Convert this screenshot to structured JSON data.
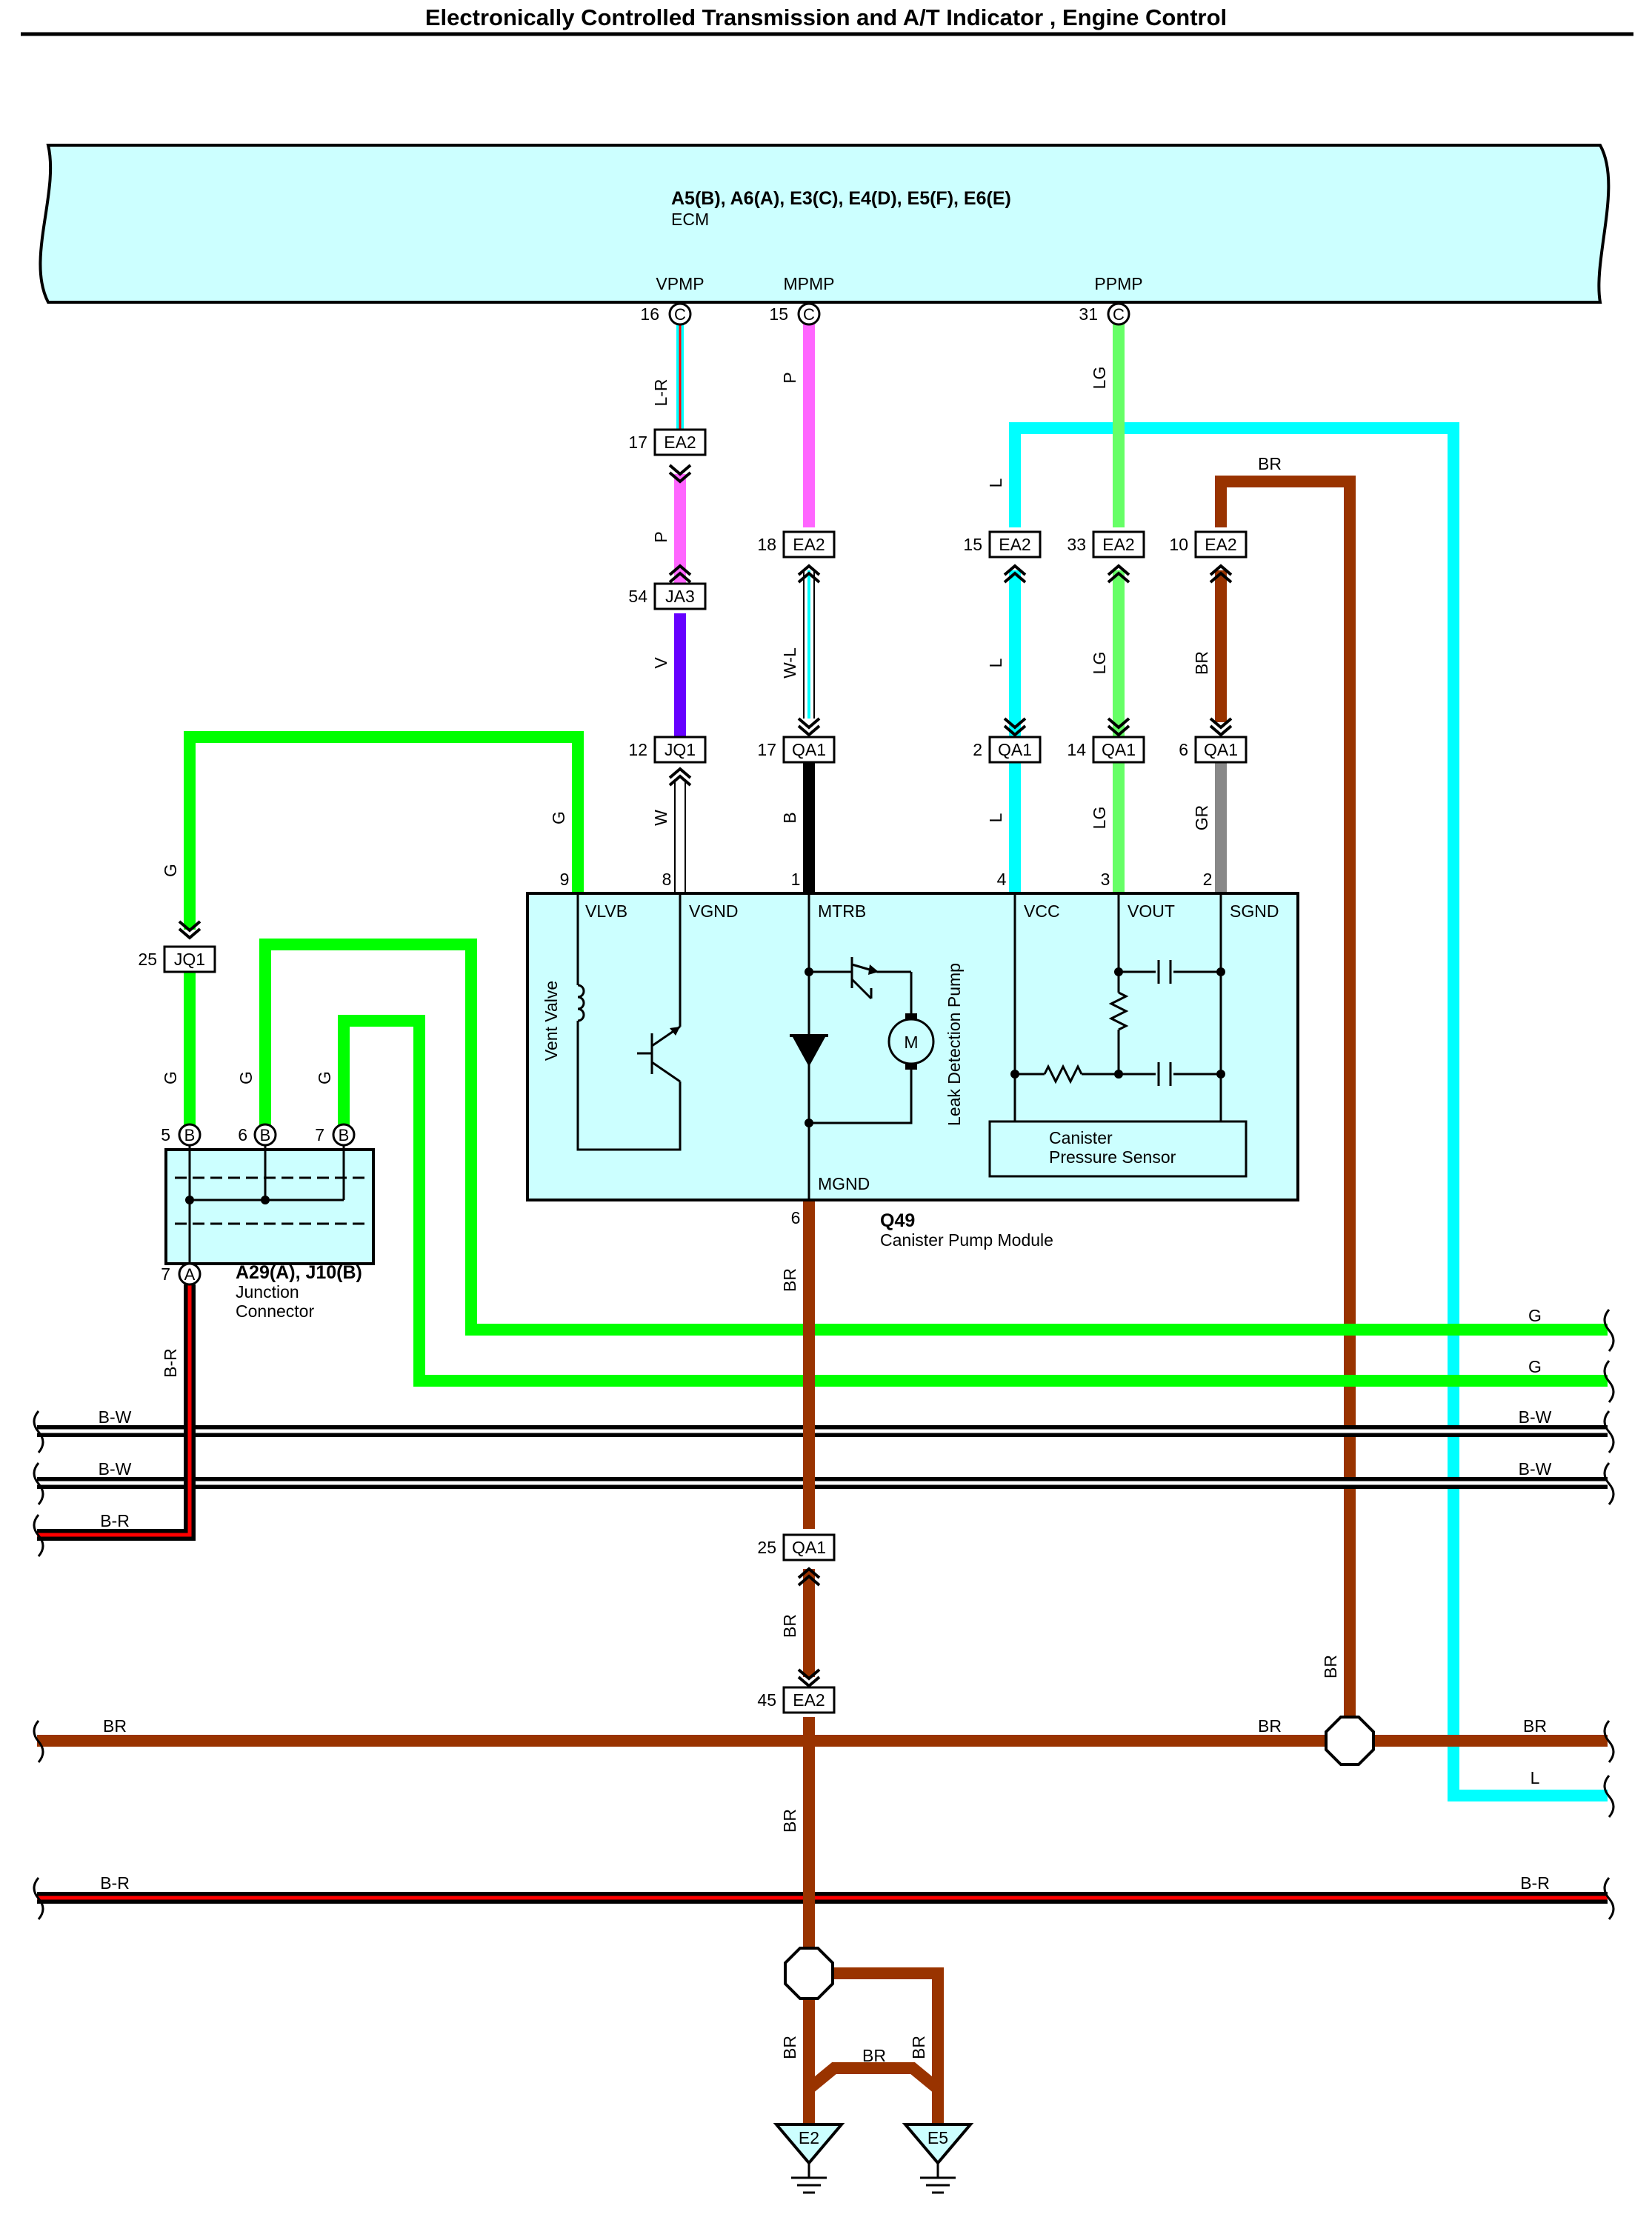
{
  "title": "Electronically Controlled Transmission and A/T Indicator , Engine Control",
  "ecm": {
    "connectors": "A5(B), A6(A), E3(C), E4(D), E5(F), E6(E)",
    "name": "ECM"
  },
  "ecm_pins": [
    {
      "terminal": "VPMP",
      "number": "16",
      "connector": "C"
    },
    {
      "terminal": "MPMP",
      "number": "15",
      "connector": "C"
    },
    {
      "terminal": "PPMP",
      "number": "31",
      "connector": "C"
    }
  ],
  "module": {
    "id": "Q49",
    "name": "Canister Pump Module",
    "terminals": [
      "VLVB",
      "VGND",
      "MTRB",
      "VCC",
      "VOUT",
      "SGND",
      "MGND"
    ],
    "pin_numbers": [
      "9",
      "8",
      "1",
      "4",
      "3",
      "2",
      "6"
    ],
    "vent_valve": "Vent Valve",
    "leak_pump": "Leak Detection Pump",
    "motor": "M",
    "sensor_line1": "Canister",
    "sensor_line2": "Pressure Sensor"
  },
  "junction": {
    "id": "A29(A), J10(B)",
    "name_line1": "Junction",
    "name_line2": "Connector",
    "pins": [
      {
        "number": "5",
        "letter": "B"
      },
      {
        "number": "6",
        "letter": "B"
      },
      {
        "number": "7",
        "letter": "B"
      },
      {
        "number": "7",
        "letter": "A"
      }
    ]
  },
  "connectors": [
    {
      "name": "EA2",
      "pin": "17"
    },
    {
      "name": "JA3",
      "pin": "54"
    },
    {
      "name": "JQ1",
      "pin": "12"
    },
    {
      "name": "EA2",
      "pin": "18"
    },
    {
      "name": "QA1",
      "pin": "17"
    },
    {
      "name": "EA2",
      "pin": "15"
    },
    {
      "name": "QA1",
      "pin": "2"
    },
    {
      "name": "EA2",
      "pin": "33"
    },
    {
      "name": "QA1",
      "pin": "14"
    },
    {
      "name": "EA2",
      "pin": "10"
    },
    {
      "name": "QA1",
      "pin": "6"
    },
    {
      "name": "JQ1",
      "pin": "25"
    },
    {
      "name": "QA1",
      "pin": "25"
    },
    {
      "name": "EA2",
      "pin": "45"
    }
  ],
  "wire_colors": [
    "L-R",
    "P",
    "V",
    "W",
    "W-L",
    "B",
    "L",
    "LG",
    "BR",
    "GR",
    "G",
    "B-W",
    "B-R"
  ],
  "grounds": [
    "E2",
    "E5"
  ],
  "colors": {
    "ecm_fill": "#ccffff",
    "green": "#00ff00",
    "cyan": "#00ffff",
    "brown": "#993300",
    "pink": "#ff66ff",
    "violet": "#6600ff",
    "lightgreen": "#66ff66",
    "gray": "#888888",
    "red": "#ff0000"
  }
}
